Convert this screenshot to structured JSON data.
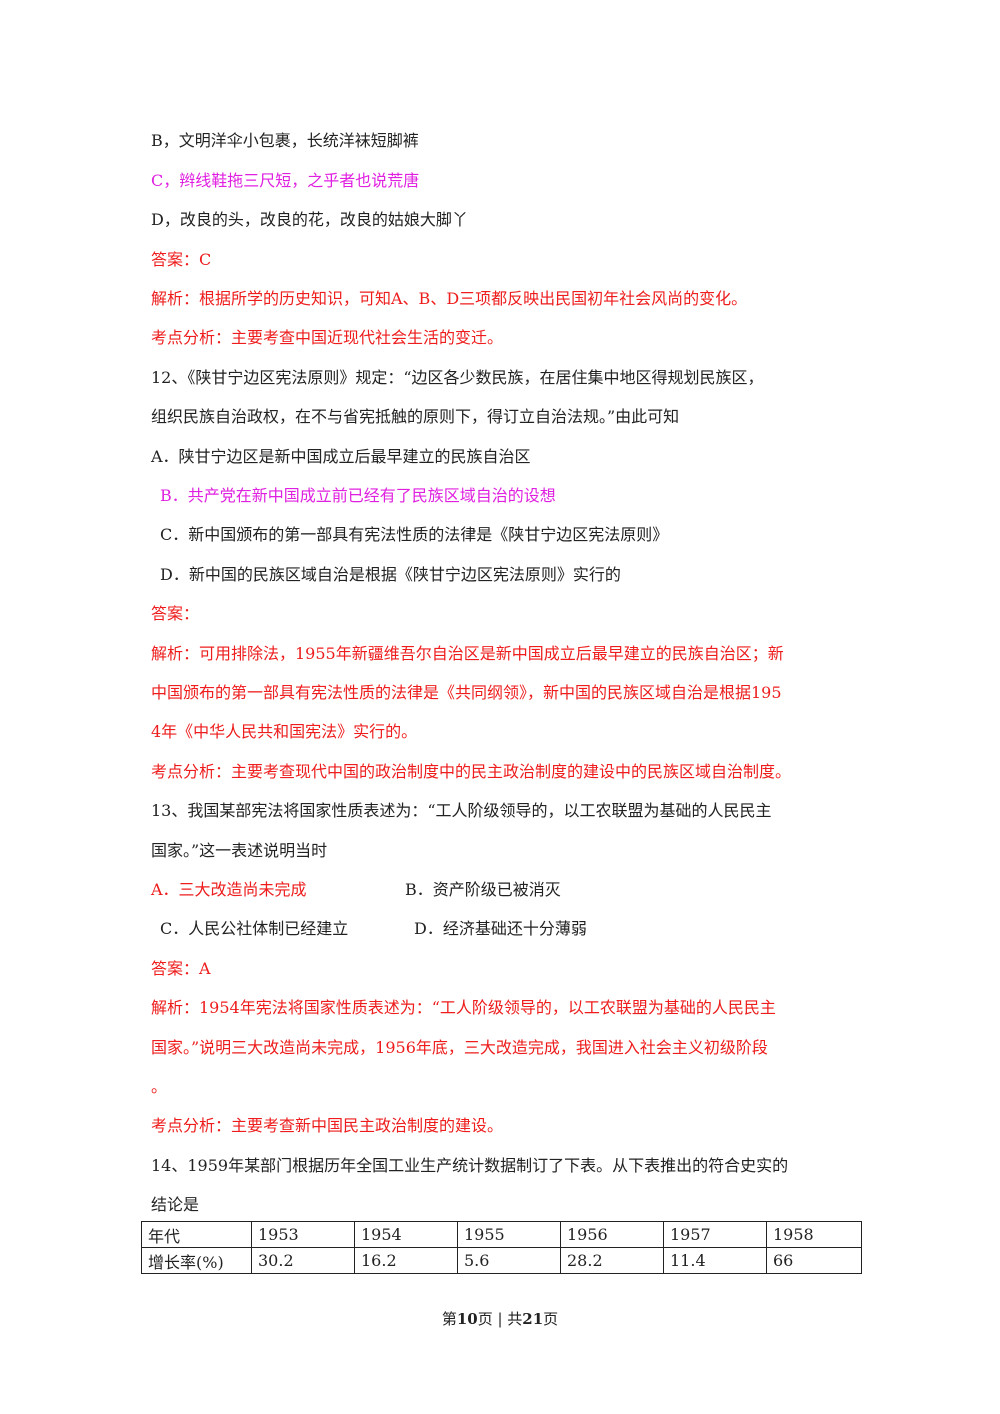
{
  "q11": {
    "optB": "B，文明洋伞小包裹，长统洋袜短脚裤",
    "optC": "C，辫线鞋拖三尺短，之乎者也说荒唐",
    "optD": "D，改良的头，改良的花，改良的姑娘大脚丫",
    "answer": "答案：C",
    "analysis": "解析：根据所学的历史知识，可知A、B、D三项都反映出民国初年社会风尚的变化。",
    "point": "考点分析：主要考查中国近现代社会生活的变迁。"
  },
  "q12": {
    "stem1": "12、《陕甘宁边区宪法原则》规定：“边区各少数民族，在居住集中地区得规划民族区，",
    "stem2": "组织民族自治政权，在不与省宪抵触的原则下，得订立自治法规。”由此可知",
    "optA": "A．陕甘宁边区是新中国成立后最早建立的民族自治区",
    "optB": "B．共产党在新中国成立前已经有了民族区域自治的设想",
    "optC": "C．新中国颁布的第一部具有宪法性质的法律是《陕甘宁边区宪法原则》",
    "optD": "D．新中国的民族区域自治是根据《陕甘宁边区宪法原则》实行的",
    "answer": "答案：",
    "analysis1": "解析：可用排除法，1955年新疆维吾尔自治区是新中国成立后最早建立的民族自治区；新",
    "analysis2": "中国颁布的第一部具有宪法性质的法律是《共同纲领》，新中国的民族区域自治是根据195",
    "analysis3": "4年《中华人民共和国宪法》实行的。",
    "point": "考点分析：主要考查现代中国的政治制度中的民主政治制度的建设中的民族区域自治制度。"
  },
  "q13": {
    "stem1": "13、我国某部宪法将国家性质表述为：“工人阶级领导的，以工农联盟为基础的人民民主",
    "stem2": "国家。”这一表述说明当时",
    "optA": "A．三大改造尚未完成",
    "optB": "B．资产阶级已被消灭",
    "optC": "C．人民公社体制已经建立",
    "optD": "D．经济基础还十分薄弱",
    "answer": "答案：A",
    "analysis1": "解析：1954年宪法将国家性质表述为：“工人阶级领导的，以工农联盟为基础的人民民主",
    "analysis2": "国家。”说明三大改造尚未完成，1956年底，三大改造完成，我国进入社会主义初级阶段",
    "analysis3": "。",
    "point": "考点分析：主要考查新中国民主政治制度的建设。"
  },
  "q14": {
    "stem1": "14、1959年某部门根据历年全国工业生产统计数据制订了下表。从下表推出的符合史实的",
    "stem2": "结论是",
    "table": {
      "row1": [
        "年代",
        "1953",
        "1954",
        "1955",
        "1956",
        "1957",
        "1958"
      ],
      "row2": [
        "增长率(%)",
        "30.2",
        "16.2",
        "5.6",
        "28.2",
        "11.4",
        "66"
      ]
    }
  },
  "footer": {
    "pre": "第",
    "page": "10",
    "mid": "页 | 共",
    "total": "21",
    "post": "页"
  }
}
